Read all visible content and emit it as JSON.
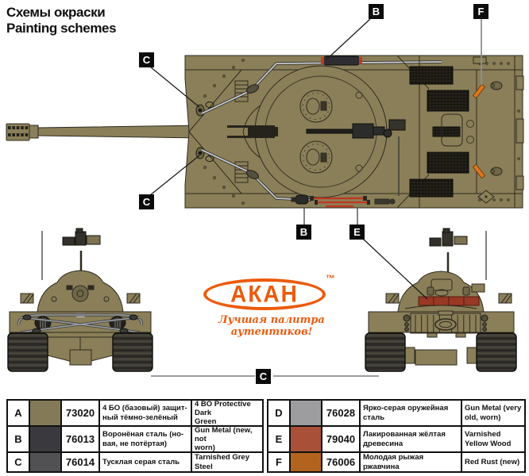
{
  "title": {
    "ru": "Схемы окраски",
    "en": "Painting schemes"
  },
  "logo": {
    "brand": "АКАН",
    "tm": "™",
    "tagline": "Лучшая палитра аутентиков!",
    "accent": "#eb5a0c"
  },
  "callouts": {
    "top_b": "B",
    "top_f": "F",
    "left_c_upper": "C",
    "left_c_lower": "C",
    "bottom_b": "B",
    "bottom_e": "E",
    "bottom_c": "C"
  },
  "paint_table": {
    "left": [
      {
        "letter": "A",
        "swatch": "#847a57",
        "code": "73020",
        "ru": "4 БО (базовый) защит-\nный тёмно-зелёный",
        "en": "4 BO Protective Dark\nGreen"
      },
      {
        "letter": "B",
        "swatch": "#3a3a3e",
        "code": "76013",
        "ru": "Воронёная сталь (но-\nвая, не потёртая)",
        "en": "Gun Metal (new, not\nworn)"
      },
      {
        "letter": "C",
        "swatch": "#515153",
        "code": "76014",
        "ru": "Тусклая серая сталь",
        "en": "Tarnished Grey Steel"
      }
    ],
    "right": [
      {
        "letter": "D",
        "swatch": "#9d9d9f",
        "code": "76028",
        "ru": "Ярко-серая оружейная\nсталь",
        "en": "Gun Metal (very\nold, worn)"
      },
      {
        "letter": "E",
        "swatch": "#a85138",
        "code": "79040",
        "ru": "Лакированная жёлтая\nдревесина",
        "en": "Varnished\nYellow Wood"
      },
      {
        "letter": "F",
        "swatch": "#b2641f",
        "code": "76006",
        "ru": "Молодая рыжая ржавчина",
        "en": "Red Rust (new)"
      }
    ]
  }
}
